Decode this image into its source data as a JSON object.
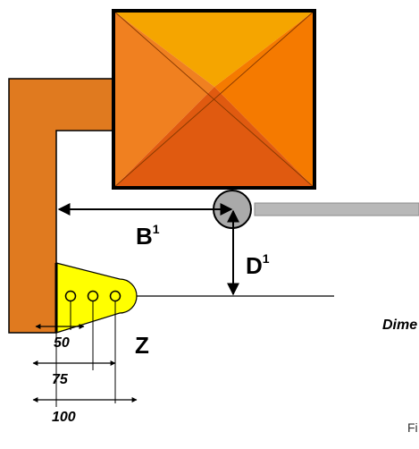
{
  "labels": {
    "b": "B",
    "b_sup": "1",
    "d": "D",
    "d_sup": "1",
    "z": "Z",
    "dim_50": "50",
    "dim_75": "75",
    "dim_100": "100",
    "caption_partial": "Dime",
    "corner_partial": "Fi"
  },
  "colors": {
    "frame": "#e07a1f",
    "box_top": "#f5a500",
    "box_left": "#f08020",
    "box_right": "#f57a00",
    "box_bottom": "#e05a10",
    "bracket": "#ffff00",
    "roller": "#aaaaaa",
    "rail": "#b8b8b8"
  }
}
